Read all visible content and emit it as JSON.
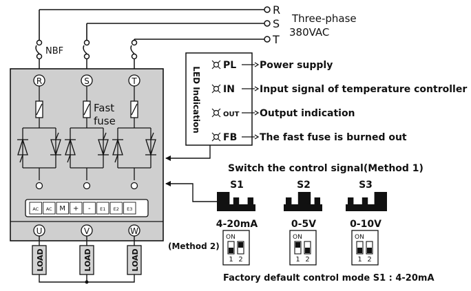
{
  "supply": {
    "phases": [
      "R",
      "S",
      "T"
    ],
    "label_line1": "Three-phase",
    "label_line2": "380VAC",
    "breaker_label": "NBF"
  },
  "module": {
    "terminal_top": [
      "R",
      "S",
      "T"
    ],
    "fuse_label_line1": "Fast",
    "fuse_label_line2": "fuse",
    "terminal_strip": [
      "AC",
      "AC",
      "M",
      "+",
      "-",
      "E1",
      "E2",
      "E3"
    ],
    "terminal_bottom": [
      "U",
      "V",
      "W"
    ]
  },
  "loads": [
    "LOAD",
    "LOAD",
    "LOAD"
  ],
  "led_panel": {
    "title": "LED Indication",
    "leds": [
      {
        "code": "PL",
        "description": "Power supply"
      },
      {
        "code": "IN",
        "description": "Input signal of temperature controller"
      },
      {
        "code": "OUT",
        "description": "Output indication"
      },
      {
        "code": "FB",
        "description": "The fast fuse is burned out"
      }
    ]
  },
  "switch_section": {
    "title": "Switch the control signal(Method 1)",
    "switches": [
      {
        "name": "S1",
        "range": "4-20mA"
      },
      {
        "name": "S2",
        "range": "0-5V"
      },
      {
        "name": "S3",
        "range": "0-10V"
      }
    ],
    "method2_label": "(Method 2)",
    "dip_on_label": "ON",
    "dip_positions": [
      "1",
      "2"
    ],
    "footer": "Factory default control mode S1 : 4-20mA"
  }
}
